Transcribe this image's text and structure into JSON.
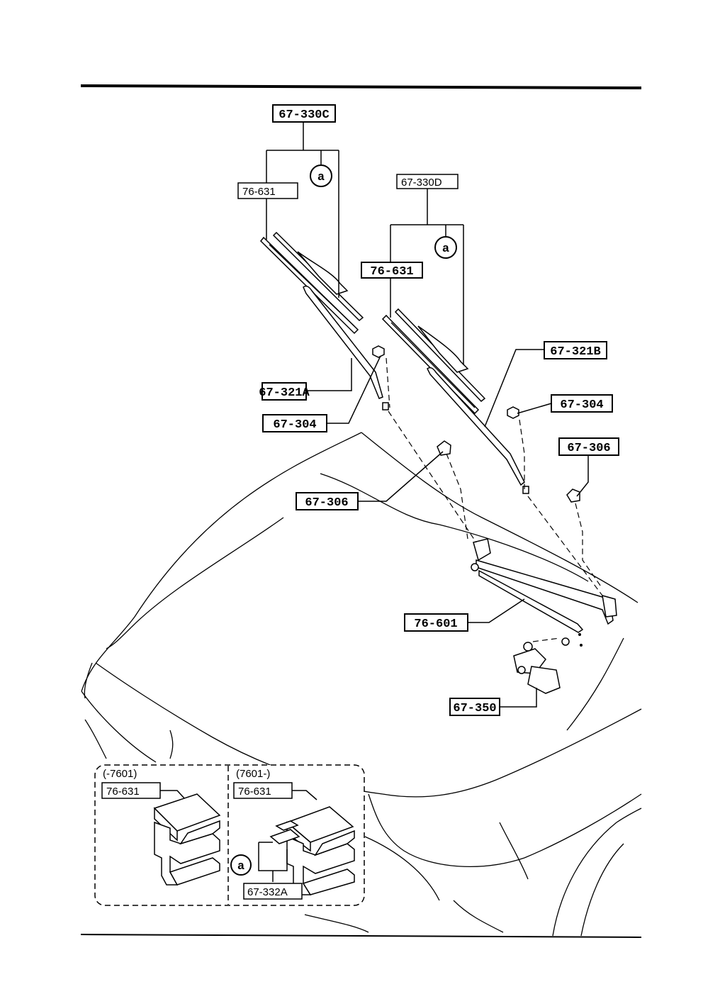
{
  "labels": {
    "assy_left": "67-330C",
    "assy_right": "67-330D",
    "blade_left": "76-631",
    "blade_right": "76-631",
    "arm_left": "67-321A",
    "arm_right": "67-321B",
    "nut_left": "67-304",
    "nut_right": "67-304",
    "cap_left": "67-306",
    "cap_right": "67-306",
    "linkage": "76-601",
    "motor": "67-350",
    "callout_a": "a"
  },
  "detail": {
    "left_serial": "(-7601)",
    "right_serial": "(7601-)",
    "left_refill": "76-631",
    "right_refill": "76-631",
    "insert": "67-332A",
    "callout_a": "a"
  }
}
